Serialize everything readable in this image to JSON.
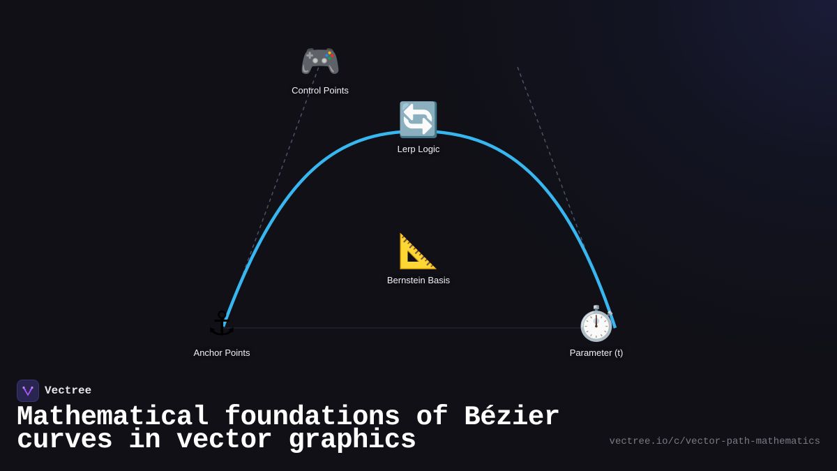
{
  "brand": {
    "name": "Vectree",
    "logo_icon": "vector-fork-icon",
    "accent": "#a855f7"
  },
  "title": {
    "line1": "Mathematical foundations of Bézier",
    "line2": "curves in vector graphics"
  },
  "url": "vectree.io/c/vector-path-mathematics",
  "colors": {
    "background": "#101016",
    "curve": "#38b6f0",
    "guide_dashed": "#4a5468",
    "baseline": "#1e2230"
  },
  "nodes": [
    {
      "id": "control-points",
      "label": "Control Points",
      "icon": "game-controller-icon",
      "glyph": "🎮"
    },
    {
      "id": "lerp-logic",
      "label": "Lerp Logic",
      "icon": "repeat-arrows-icon",
      "glyph": "🔄"
    },
    {
      "id": "bernstein-basis",
      "label": "Bernstein Basis",
      "icon": "triangular-ruler-icon",
      "glyph": "📐"
    },
    {
      "id": "anchor-points",
      "label": "Anchor Points",
      "icon": "anchor-icon",
      "glyph": "⚓"
    },
    {
      "id": "parameter-t",
      "label": "Parameter (t)",
      "icon": "stopwatch-icon",
      "glyph": "⏱️"
    }
  ]
}
